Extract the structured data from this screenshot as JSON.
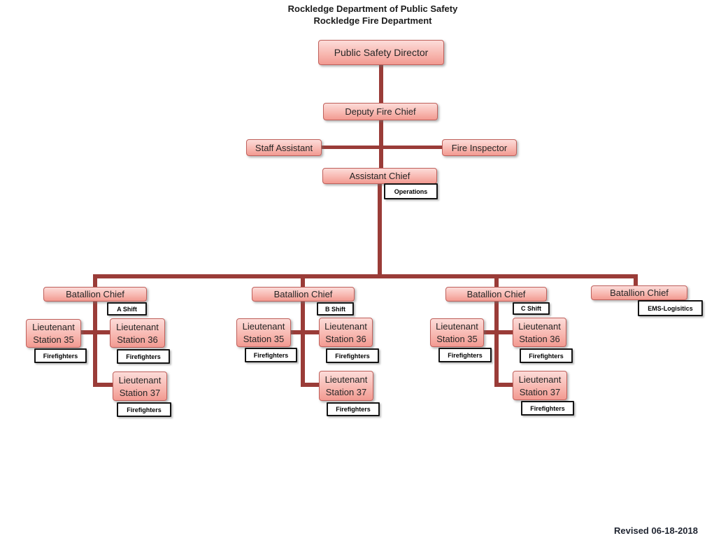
{
  "header": {
    "title_line1": "Rockledge Department of Public Safety",
    "title_line2": "Rockledge Fire Department"
  },
  "org": {
    "public_safety_director": "Public Safety Director",
    "deputy_fire_chief": "Deputy Fire Chief",
    "staff_assistant": "Staff Assistant",
    "fire_inspector": "Fire Inspector",
    "assistant_chief": "Assistant Chief",
    "assistant_chief_division": "Operations"
  },
  "battalions": [
    {
      "title": "Batallion Chief",
      "shift": "A Shift",
      "stations": [
        {
          "rank": "Lieutenant",
          "station": "Station 35",
          "crew": "Firefighters"
        },
        {
          "rank": "Lieutenant",
          "station": "Station 36",
          "crew": "Firefighters"
        },
        {
          "rank": "Lieutenant",
          "station": "Station 37",
          "crew": "Firefighters"
        }
      ]
    },
    {
      "title": "Batallion Chief",
      "shift": "B Shift",
      "stations": [
        {
          "rank": "Lieutenant",
          "station": "Station 35",
          "crew": "Firefighters"
        },
        {
          "rank": "Lieutenant",
          "station": "Station 36",
          "crew": "Firefighters"
        },
        {
          "rank": "Lieutenant",
          "station": "Station 37",
          "crew": "Firefighters"
        }
      ]
    },
    {
      "title": "Batallion Chief",
      "shift": "C Shift",
      "stations": [
        {
          "rank": "Lieutenant",
          "station": "Station 35",
          "crew": "Firefighters"
        },
        {
          "rank": "Lieutenant",
          "station": "Station 36",
          "crew": "Firefighters"
        },
        {
          "rank": "Lieutenant",
          "station": "Station 37",
          "crew": "Firefighters"
        }
      ]
    },
    {
      "title": "Batallion Chief",
      "shift": "EMS-Logisitics",
      "stations": []
    }
  ],
  "footer": {
    "revised": "Revised 06-18-2018"
  },
  "colors": {
    "connector": "#9a3c38",
    "node_fill_top": "#fcdcd9",
    "node_fill_bottom": "#f29a91",
    "node_border": "#c0605b",
    "sublabel_border": "#141414"
  }
}
